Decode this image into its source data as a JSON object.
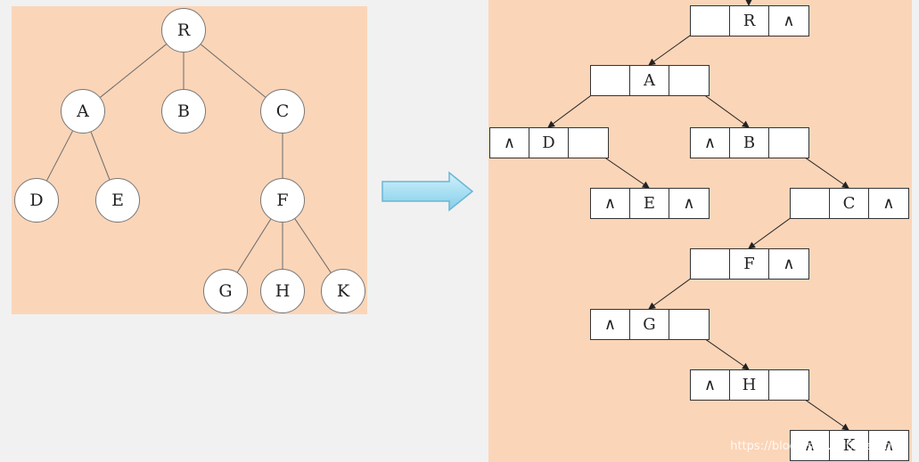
{
  "tree": {
    "nodes": [
      {
        "id": "R",
        "label": "R",
        "parent": null
      },
      {
        "id": "A",
        "label": "A",
        "parent": "R"
      },
      {
        "id": "B",
        "label": "B",
        "parent": "R"
      },
      {
        "id": "C",
        "label": "C",
        "parent": "R"
      },
      {
        "id": "D",
        "label": "D",
        "parent": "A"
      },
      {
        "id": "E",
        "label": "E",
        "parent": "A"
      },
      {
        "id": "F",
        "label": "F",
        "parent": "C"
      },
      {
        "id": "G",
        "label": "G",
        "parent": "F"
      },
      {
        "id": "H",
        "label": "H",
        "parent": "F"
      },
      {
        "id": "K",
        "label": "K",
        "parent": "F"
      }
    ]
  },
  "binary_tree": {
    "null_symbol": "∧",
    "nodes": [
      {
        "id": "R",
        "label": "R",
        "left": "A",
        "right": null
      },
      {
        "id": "A",
        "label": "A",
        "left": "D",
        "right": "B"
      },
      {
        "id": "D",
        "label": "D",
        "left": null,
        "right": "E"
      },
      {
        "id": "E",
        "label": "E",
        "left": null,
        "right": null
      },
      {
        "id": "B",
        "label": "B",
        "left": null,
        "right": "C"
      },
      {
        "id": "C",
        "label": "C",
        "left": "F",
        "right": null
      },
      {
        "id": "F",
        "label": "F",
        "left": "G",
        "right": null
      },
      {
        "id": "G",
        "label": "G",
        "left": null,
        "right": "H"
      },
      {
        "id": "H",
        "label": "H",
        "left": null,
        "right": "K"
      },
      {
        "id": "K",
        "label": "K",
        "left": null,
        "right": null
      }
    ]
  },
  "colors": {
    "panel_bg": "#fbd5b8",
    "arrow_fill": "#a9e0f3",
    "arrow_stroke": "#6ab6d4"
  },
  "watermark": "https://blog.csdn.net/weixin_..."
}
